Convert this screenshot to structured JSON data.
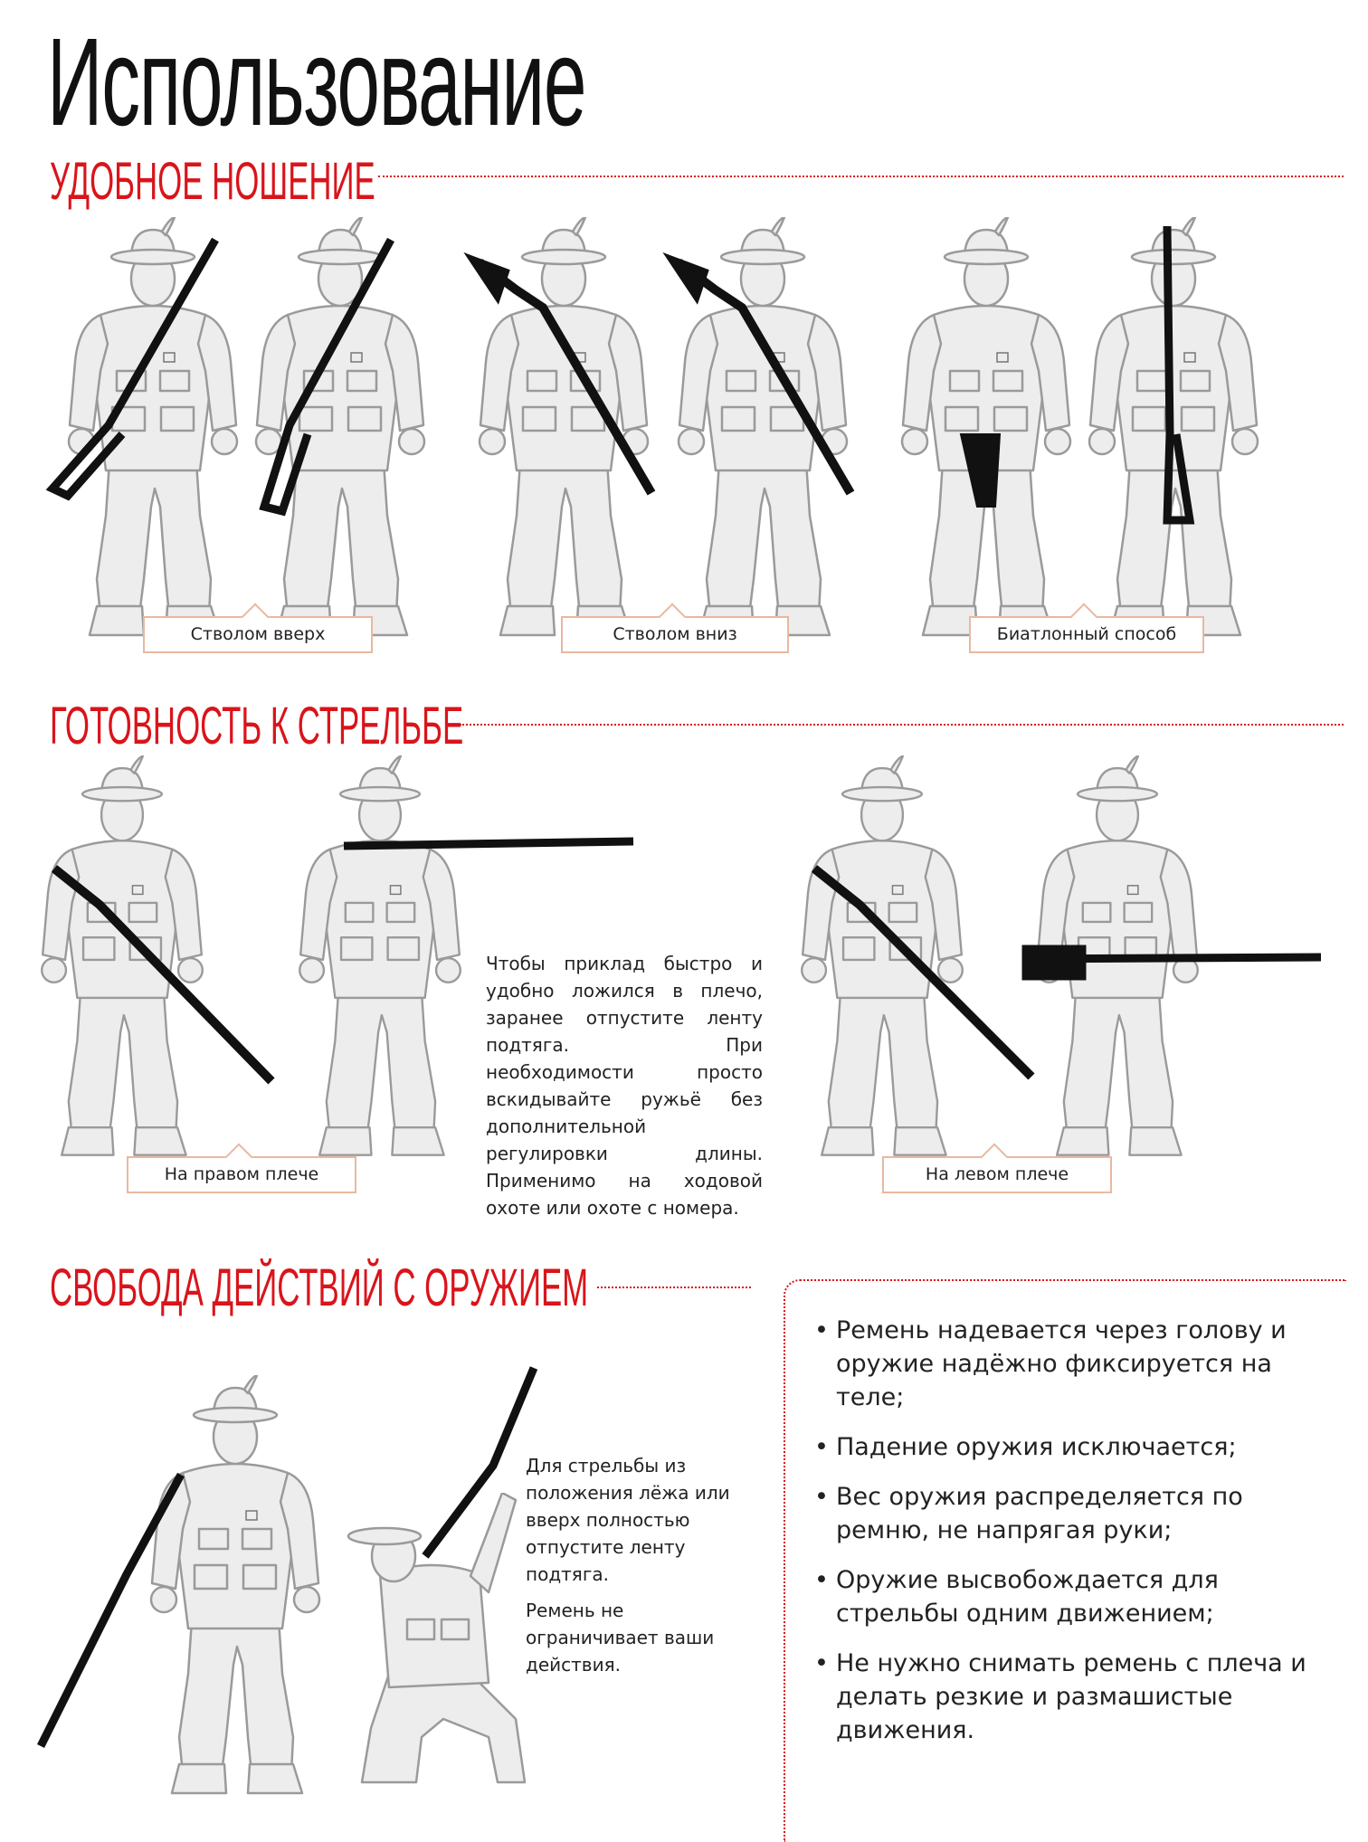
{
  "title": "Использование",
  "sections": [
    {
      "heading": "УДОБНОЕ НОШЕНИЕ",
      "labels": [
        "Стволом вверх",
        "Стволом вниз",
        "Биатлонный способ"
      ]
    },
    {
      "heading": "ГОТОВНОСТЬ К СТРЕЛЬБЕ",
      "labels": [
        "На правом плече",
        "На левом плече"
      ],
      "text": "Чтобы приклад быстро и удобно ложился в плечо, заранее отпустите ленту подтяга. При необходимости просто вскидывайте ружьё без дополнительной регулировки длины. Применимо на ходовой охоте или охоте с номера."
    },
    {
      "heading": "СВОБОДА ДЕЙСТВИЙ С ОРУЖИЕМ",
      "text1": "Для стрельбы из положения лёжа или вверх полностью отпустите ленту подтяга.",
      "text2": "Ремень не ограничивает ваши действия.",
      "bullets": [
        "Ремень надевается через голову и оружие надёжно фиксируется на теле;",
        "Падение оружия исключается;",
        "Вес оружия распределяется по ремню, не напрягая руки;",
        "Оружие высвобождается для стрельбы одним движением;",
        "Не нужно снимать ремень с плеча и делать резкие и размашистые движения."
      ]
    }
  ],
  "colors": {
    "accent": "#d9141b",
    "label_border": "#e8b9a0",
    "figure_fill": "#ededed",
    "figure_stroke": "#9a9a9a",
    "gun": "#111111"
  }
}
